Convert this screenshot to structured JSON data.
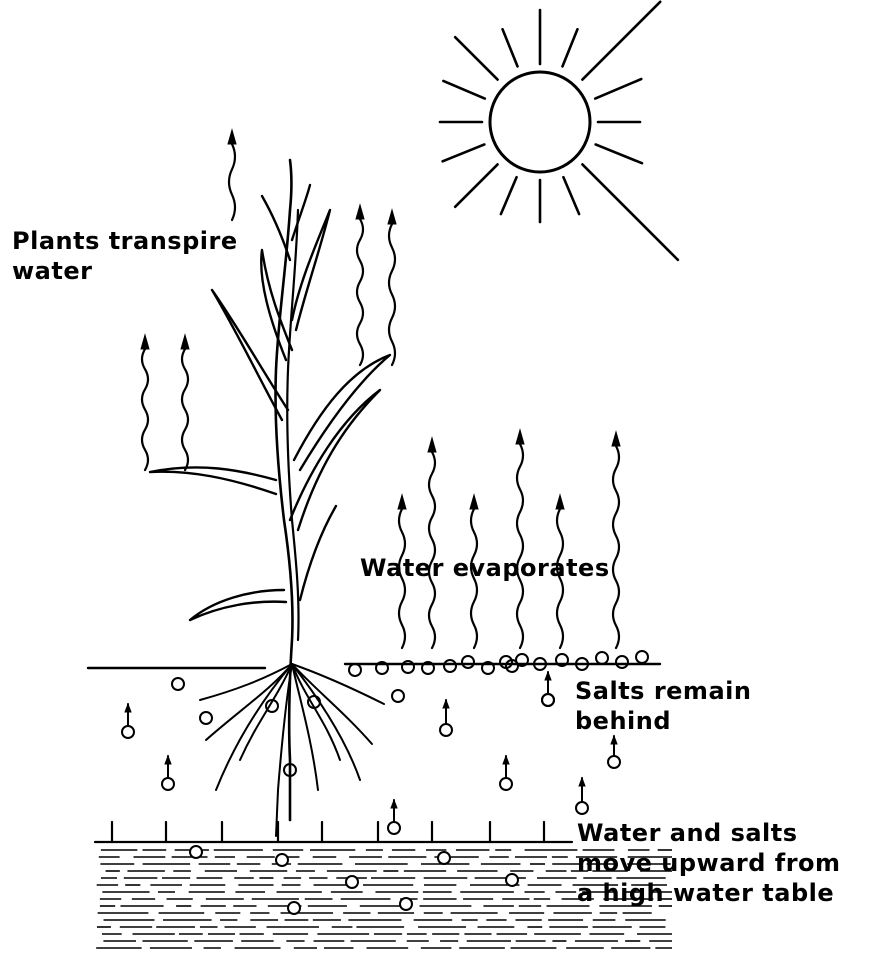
{
  "labels": {
    "transpire": [
      "Plants transpire",
      "water"
    ],
    "evaporate": [
      "Water evaporates"
    ],
    "salts": [
      "Salts remain",
      "behind"
    ],
    "watertable": [
      "Water and salts",
      "move upward from",
      "a high water table"
    ]
  }
}
